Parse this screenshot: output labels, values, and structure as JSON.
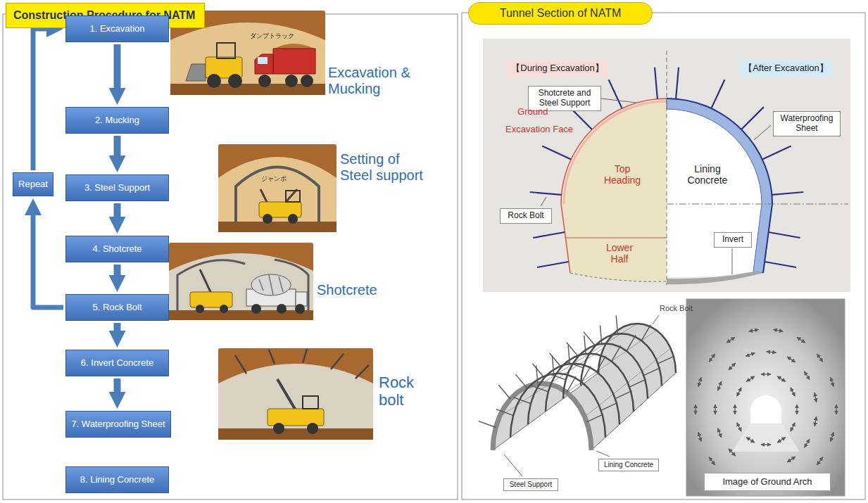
{
  "diagram": {
    "nodes": [
      {
        "text": [
          "Construction Procedure for NATM"
        ]
      },
      {
        "text": [
          "1. Excavation"
        ]
      },
      {
        "text": [
          "2. Mucking"
        ]
      },
      {
        "text": [
          "3. Steel Support"
        ]
      },
      {
        "text": [
          "4. Shotcrete"
        ]
      },
      {
        "text": [
          "5. Rock Bolt"
        ]
      },
      {
        "text": [
          "6. Invert Concrete"
        ]
      },
      {
        "text": [
          "7. Waterproofing Sheet"
        ]
      },
      {
        "text": [
          "8. Lining Concrete"
        ]
      },
      {
        "text": [
          "Repeat"
        ]
      },
      {
        "text": [
          "Tunnel Section of NATM"
        ]
      },
      {
        "text": [
          "【During Excavation】"
        ]
      },
      {
        "text": [
          "【After Excavation】"
        ]
      },
      {
        "text": [
          "Shotcrete and Steel Support"
        ]
      },
      {
        "text": [
          "Waterproofing Sheet"
        ]
      },
      {
        "text": [
          "Rock Bolt"
        ]
      },
      {
        "text": [
          "Invert"
        ]
      },
      {
        "text": [
          "Steel Support"
        ]
      },
      {
        "text": [
          "Lining Concrete"
        ]
      },
      {
        "text": [
          "Image of Ground Arch"
        ]
      }
    ],
    "edges": [
      {
        "from": 1,
        "to": 2,
        "arrow": "to"
      },
      {
        "from": 2,
        "to": 3,
        "arrow": "to"
      },
      {
        "from": 3,
        "to": 4,
        "arrow": "to"
      },
      {
        "from": 4,
        "to": 5,
        "arrow": "to"
      },
      {
        "from": 5,
        "to": 6,
        "arrow": "to"
      },
      {
        "from": 6,
        "to": 7,
        "arrow": "to"
      },
      {
        "from": 5,
        "to": 9,
        "arrow": "to"
      },
      {
        "from": 9,
        "to": 1,
        "arrow": "to"
      }
    ],
    "labels": [
      "Excavation & Mucking",
      "Setting of Steel support",
      "Shotcrete",
      "Rock bolt",
      "ダンプトラック",
      "ジャンボ",
      "Ground",
      "Excavation Face",
      "Top Heading",
      "Lining Concrete",
      "Lower Half",
      "Rock Bolt"
    ]
  }
}
